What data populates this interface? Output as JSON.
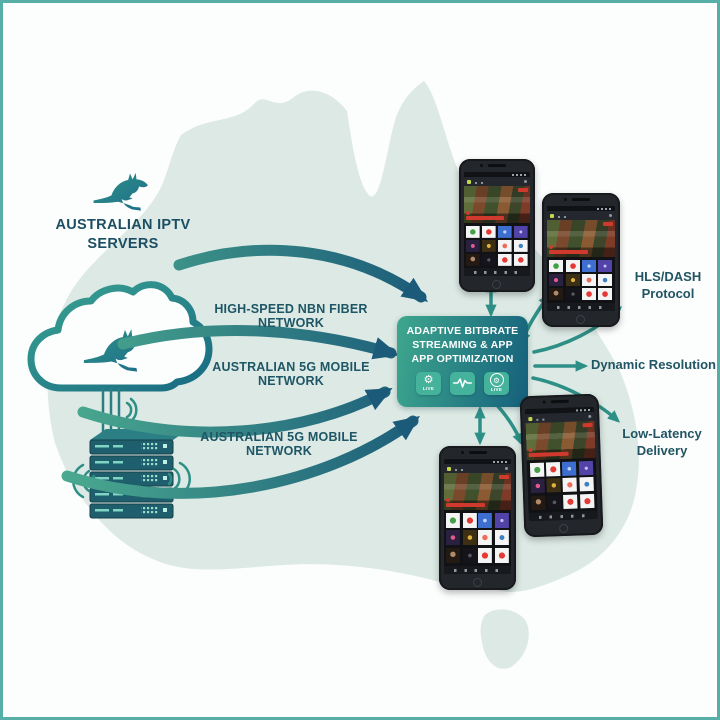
{
  "title": "Australian IPTV streaming architecture diagram",
  "logo": {
    "icon": "kangaroo-icon",
    "line1": "AUSTRALIAN IPTV",
    "line2": "SERVERS"
  },
  "source_nodes": {
    "cloud": "cloud-with-kangaroo-icon",
    "servers": "server-stack-icon",
    "wifi": "wifi-signal-icon"
  },
  "networks": [
    {
      "label": "HIGH-SPEED NBN FIBER NETWORK"
    },
    {
      "label": "AUSTRALIAN 5G MOBILE NETWORK"
    },
    {
      "label": "AUSTRALIAN 5G MOBILE NETWORK"
    }
  ],
  "central_box": {
    "line1": "ADAPTIVE BITBRATE",
    "line2": "STREAMING & APP",
    "line3": "APP OPTIMIZATION",
    "badges": [
      {
        "icon": "gear-icon",
        "caption": "LIVE"
      },
      {
        "icon": "waveform-icon",
        "caption": ""
      },
      {
        "icon": "gear-circle-icon",
        "caption": "LIVE"
      }
    ]
  },
  "outputs": [
    {
      "line1": "HLS/DASH",
      "line2": "Protocol"
    },
    {
      "line1": "Dynamic Resolution",
      "line2": ""
    },
    {
      "line1": "Low-Latency",
      "line2": "Delivery"
    }
  ],
  "devices": {
    "count": 4,
    "type": "smartphone-iptv-app"
  },
  "colors": {
    "background": "#fcfdfd",
    "frame_border": "#57aea7",
    "map_fill": "#dce9e4",
    "arrow_gradient_start": "#4aa98f",
    "arrow_gradient_end": "#1b5a79",
    "accent_teal": "#2e8f86",
    "box_gradient_start": "#3ea78e",
    "box_gradient_end": "#15607c",
    "label_text": "#1e5666",
    "badge_red": "#d03a2e"
  }
}
